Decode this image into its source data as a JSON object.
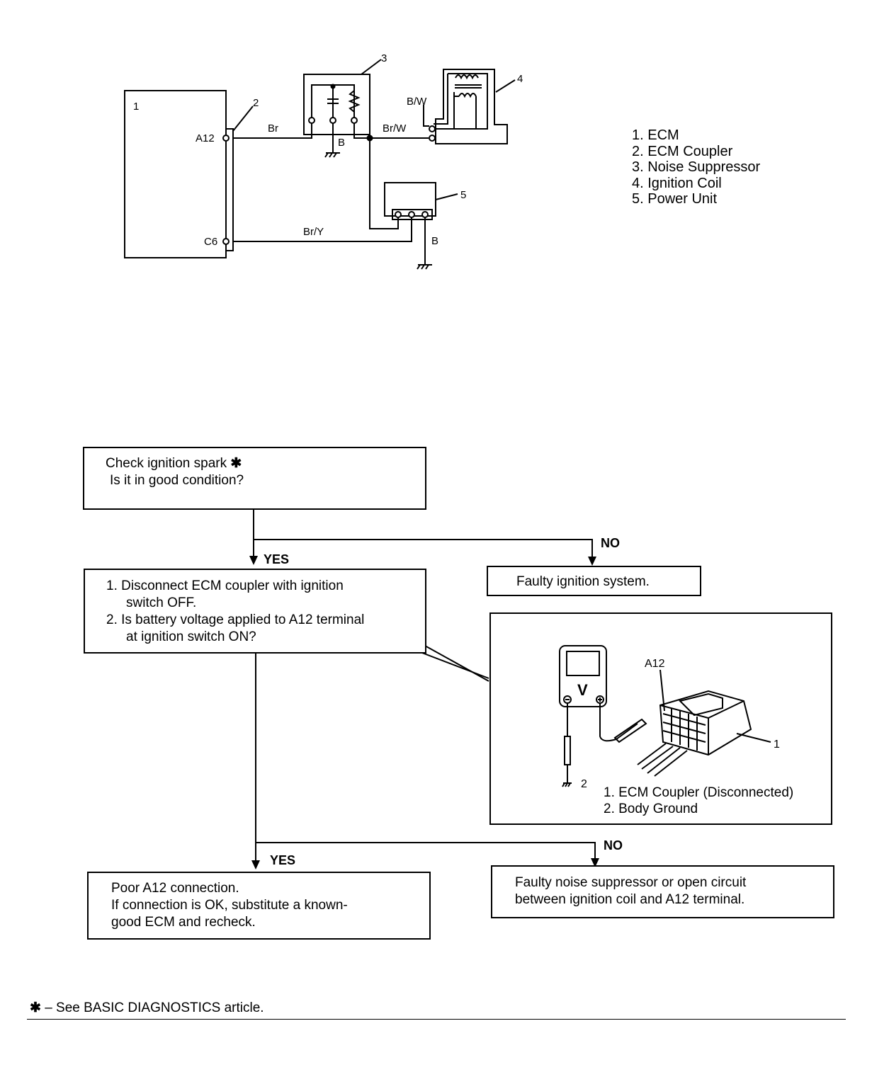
{
  "wiring_diagram": {
    "component_numbers": [
      "1",
      "2",
      "3",
      "4",
      "5"
    ],
    "terminals": {
      "a12": "A12",
      "c6": "C6"
    },
    "wire_colors": {
      "br": "Br",
      "b_suppressor": "B",
      "br_w": "Br/W",
      "b_w": "B/W",
      "br_y": "Br/Y",
      "b_power": "B"
    },
    "legend": [
      "1. ECM",
      "2. ECM Coupler",
      "3. Noise Suppressor",
      "4. Ignition Coil",
      "5. Power Unit"
    ]
  },
  "flowchart": {
    "step1": {
      "lines": [
        "Check  ignition  spark",
        "Is it in good condition?"
      ],
      "mark": "✱"
    },
    "step1_yes": "YES",
    "step1_no": "NO",
    "step1_no_result": "Faulty ignition system.",
    "step2": {
      "lines": [
        "1.  Disconnect   ECM   coupler   with   ignition",
        "switch OFF.",
        "2.  Is battery voltage applied to A12 terminal",
        "at ignition switch ON?"
      ]
    },
    "step2_yes": "YES",
    "step2_no": "NO",
    "step2_yes_result": {
      "lines": [
        "Poor A12 connection.",
        "If   connection   is  OK,  substitute  a  known-",
        "good ECM and recheck."
      ]
    },
    "step2_no_result": {
      "lines": [
        "Faulty   noise   suppressor   or   open   circuit",
        "between ignition coil and A12 terminal."
      ]
    }
  },
  "meter_illustration": {
    "meter_symbol": "V",
    "terminal_label": "A12",
    "callouts": [
      "1",
      "2"
    ],
    "caption": [
      "1. ECM Coupler (Disconnected)",
      "2. Body Ground"
    ]
  },
  "footnote": {
    "mark": "✱",
    "text": "–  See BASIC DIAGNOSTICS article."
  }
}
